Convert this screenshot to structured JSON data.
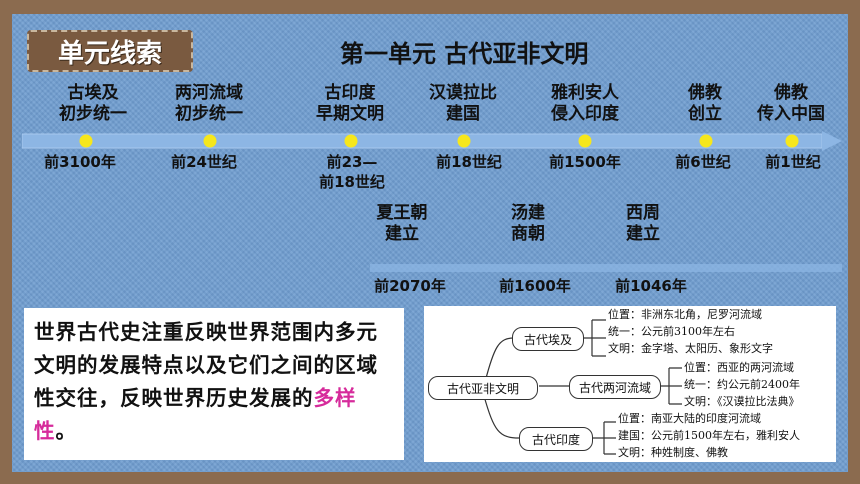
{
  "tag": "单元线索",
  "title": "第一单元 古代亚非文明",
  "timeline_top": [
    {
      "label": [
        "古埃及",
        "初步统一"
      ],
      "date": [
        "前3100年"
      ]
    },
    {
      "label": [
        "两河流域",
        "初步统一"
      ],
      "date": [
        "前24世纪"
      ]
    },
    {
      "label": [
        "古印度",
        "早期文明"
      ],
      "date": [
        "前23—",
        "前18世纪"
      ]
    },
    {
      "label": [
        "汉谟拉比",
        "建国"
      ],
      "date": [
        "前18世纪"
      ]
    },
    {
      "label": [
        "雅利安人",
        "侵入印度"
      ],
      "date": [
        "前1500年"
      ]
    },
    {
      "label": [
        "佛教",
        "创立"
      ],
      "date": [
        "前6世纪"
      ]
    },
    {
      "label": [
        "佛教",
        "传入中国"
      ],
      "date": [
        "前1世纪"
      ]
    }
  ],
  "timeline_bottom": [
    {
      "label": [
        "夏王朝",
        "建立"
      ],
      "date": "前2070年"
    },
    {
      "label": [
        "汤建",
        "商朝"
      ],
      "date": "前1600年"
    },
    {
      "label": [
        "西周",
        "建立"
      ],
      "date": "前1046年"
    }
  ],
  "summary": {
    "text": "世界古代史注重反映世界范围内多元文明的发展特点以及它们之间的区域性交往，反映世界历史发展的",
    "highlight": "多样性",
    "end": "。"
  },
  "diagram": {
    "root": "古代亚非文明",
    "branches": [
      {
        "name": "古代埃及",
        "lines": [
          "位置：非洲东北角，尼罗河流域",
          "统一：公元前3100年左右",
          "文明：金字塔、太阳历、象形文字"
        ]
      },
      {
        "name": "古代两河流域",
        "lines": [
          "位置：西亚的两河流域",
          "统一：约公元前2400年",
          "文明：《汉谟拉比法典》"
        ]
      },
      {
        "name": "古代印度",
        "lines": [
          "位置：南亚大陆的印度河流域",
          "建国：公元前1500年左右，雅利安人",
          "文明：种姓制度、佛教"
        ]
      }
    ]
  },
  "colors": {
    "board": "#6f9dd0",
    "frame": "#8b6b4f",
    "dot": "#f6e71c",
    "highlight": "#d62b9b"
  }
}
